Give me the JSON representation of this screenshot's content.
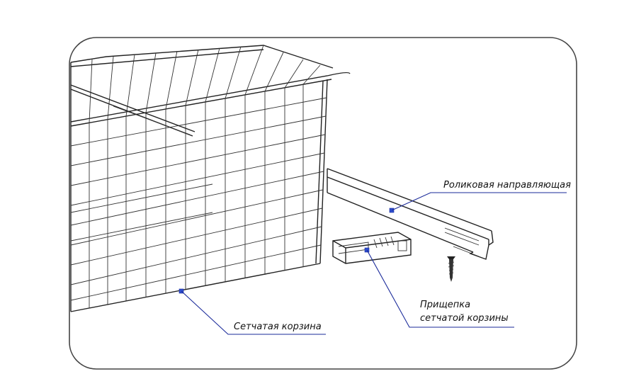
{
  "colors": {
    "leader": "#1a2a9a",
    "marker": "#2f4fd0",
    "line": "#222222",
    "frame": "#444444"
  },
  "labels": {
    "rail": "Роликовая направляющая",
    "clip_line1": "Прищепка",
    "clip_line2": "сетчатой корзины",
    "basket": "Сетчатая корзина"
  }
}
